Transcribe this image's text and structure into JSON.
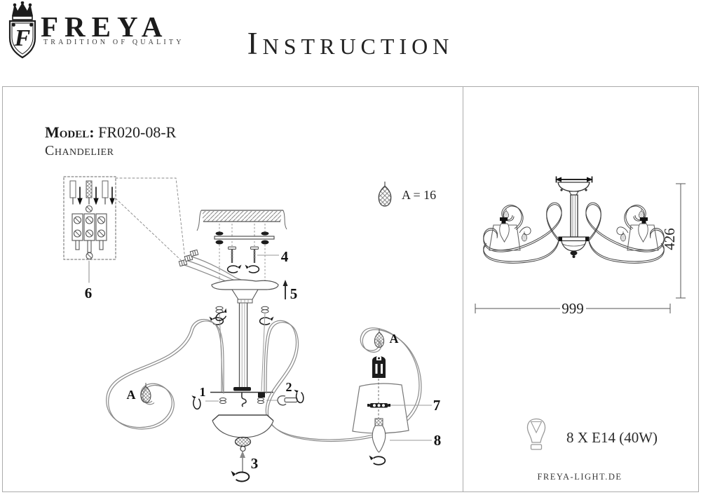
{
  "header": {
    "brand": "FREYA",
    "tagline": "TRADITION OF QUALITY",
    "title": "Instruction"
  },
  "model": {
    "label": "Model:",
    "value": "FR020-08-R",
    "product_type": "Chandelier"
  },
  "diagram": {
    "legend_a": "A = 16",
    "crystal_label": "A",
    "callout_1": "1",
    "callout_2": "2",
    "callout_3": "3",
    "callout_4": "4",
    "callout_5": "5",
    "callout_6": "6",
    "callout_7": "7",
    "callout_8": "8"
  },
  "dimensions": {
    "width": "999",
    "height": "426"
  },
  "spec": {
    "bulb": "8 X E14 (40W)"
  },
  "footer": {
    "website": "FREYA-LIGHT.DE"
  }
}
